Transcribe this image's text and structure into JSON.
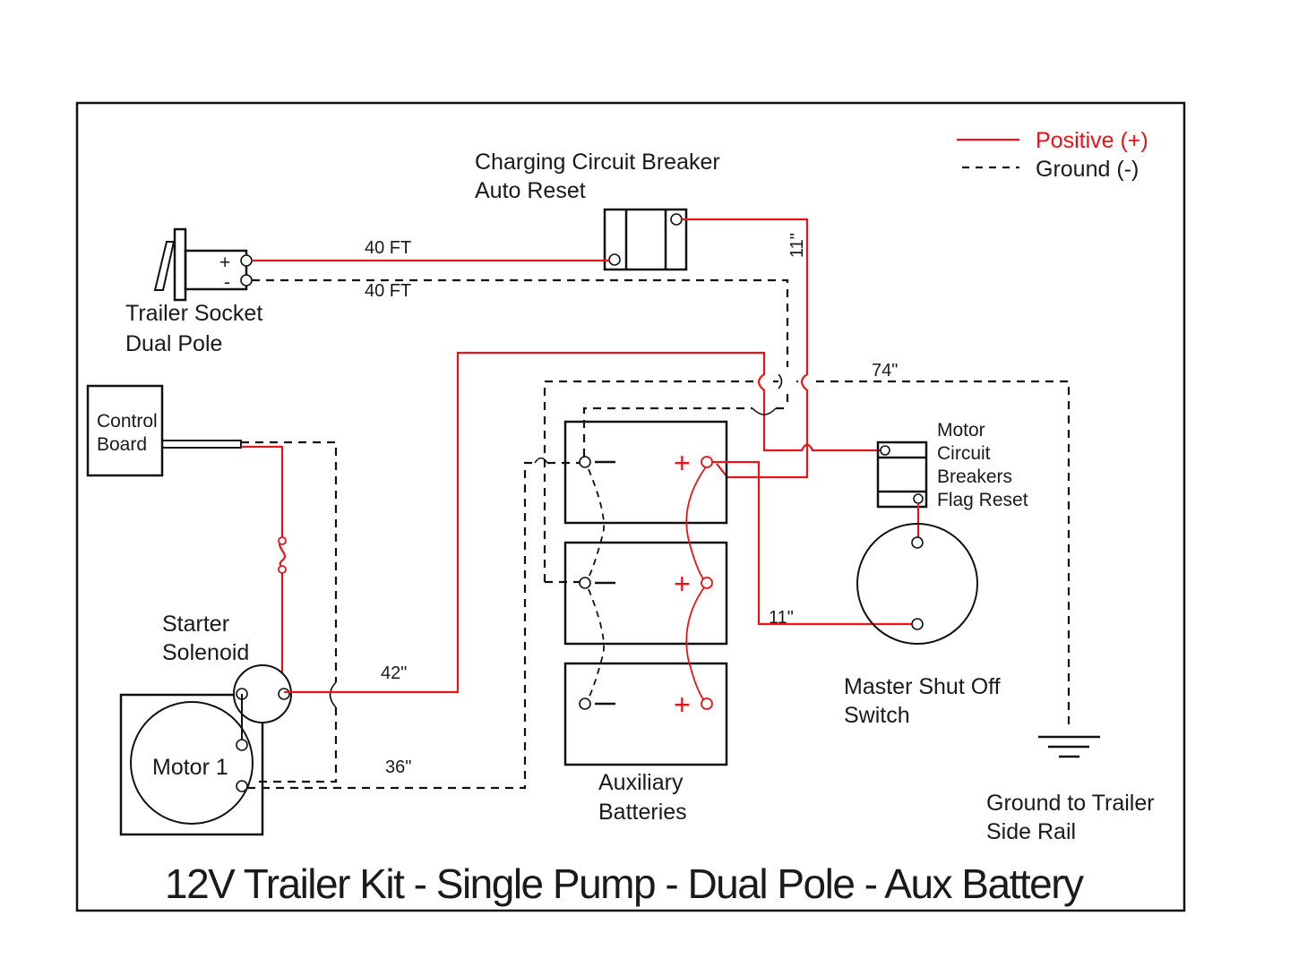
{
  "title": "12V Trailer Kit - Single Pump - Dual Pole - Aux Battery",
  "legend": {
    "positive": {
      "label": "Positive (+)",
      "color": "#e8141a",
      "style": "solid"
    },
    "ground": {
      "label": "Ground (-)",
      "color": "#111111",
      "style": "dashed"
    }
  },
  "components": {
    "charging_breaker": {
      "line1": "Charging Circuit Breaker",
      "line2": "Auto Reset"
    },
    "trailer_socket": {
      "line1": "Trailer Socket",
      "line2": "Dual Pole",
      "plus": "+",
      "minus": "-"
    },
    "control_board": {
      "line1": "Control",
      "line2": "Board"
    },
    "starter_solenoid": {
      "line1": "Starter",
      "line2": "Solenoid"
    },
    "motor": {
      "label": "Motor 1"
    },
    "aux_batteries": {
      "line1": "Auxiliary",
      "line2": "Batteries",
      "count": 3,
      "plus": "+"
    },
    "motor_breakers": {
      "line1": "Motor",
      "line2": "Circuit",
      "line3": "Breakers",
      "line4": "Flag Reset"
    },
    "master_switch": {
      "line1": "Master Shut Off",
      "line2": "Switch"
    },
    "ground_rail": {
      "line1": "Ground to Trailer",
      "line2": "Side Rail"
    }
  },
  "wire_lengths": {
    "socket_positive": "40 FT",
    "socket_ground": "40 FT",
    "breaker_to_battery": "11\"",
    "ground_to_rail": "74\"",
    "solenoid_to_battery": "42\"",
    "motor_ground": "36\"",
    "battery_to_switch": "11\""
  }
}
